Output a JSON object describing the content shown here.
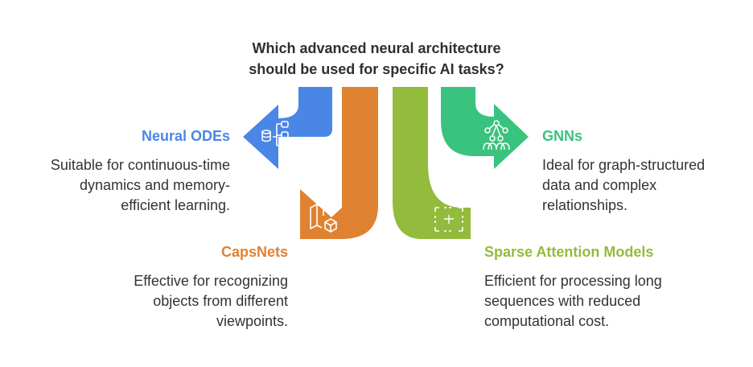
{
  "title_line1": "Which advanced neural architecture",
  "title_line2": "should be used for specific AI tasks?",
  "colors": {
    "blue": "#4a86e6",
    "orange": "#df8231",
    "green_light": "#93bb3d",
    "green_teal": "#39c37f",
    "text": "#333333"
  },
  "options": {
    "neural_odes": {
      "label": "Neural ODEs",
      "desc": [
        "Suitable for continuous-time",
        "dynamics and memory-",
        "efficient learning."
      ],
      "icon": "database-tree-icon"
    },
    "capsnets": {
      "label": "CapsNets",
      "desc": [
        "Effective for recognizing",
        "objects from different",
        "viewpoints."
      ],
      "icon": "map-cube-icon"
    },
    "sparse_attention": {
      "label": "Sparse Attention Models",
      "desc": [
        "Efficient for processing long",
        "sequences with reduced",
        "computational cost."
      ],
      "icon": "dashed-frame-icon"
    },
    "gnns": {
      "label": "GNNs",
      "desc": [
        "Ideal for graph-structured",
        "data and complex",
        "relationships."
      ],
      "icon": "people-network-icon"
    }
  }
}
